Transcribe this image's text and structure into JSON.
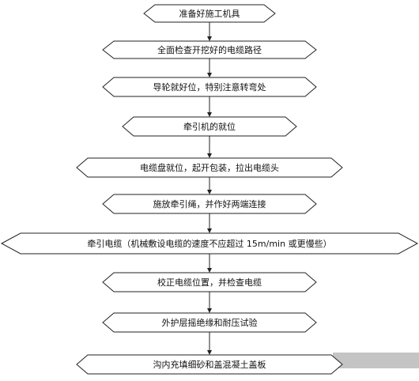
{
  "flowchart": {
    "steps": [
      {
        "id": "step-1",
        "label": "准备好施工机具"
      },
      {
        "id": "step-2",
        "label": "全面检查开挖好的电缆路径"
      },
      {
        "id": "step-3",
        "label": "导轮就好位，特别注意转弯处"
      },
      {
        "id": "step-4",
        "label": "牵引机的就位"
      },
      {
        "id": "step-5",
        "label": "电缆盘就位，起开包装，拉出电缆头"
      },
      {
        "id": "step-6",
        "label": "施放牵引绳，并作好两端连接"
      },
      {
        "id": "step-7",
        "label": "牵引电缆（机械敷设电缆的速度不应超过 15m/min 或更慢些）"
      },
      {
        "id": "step-8",
        "label": "校正电缆位置，并检查电缆"
      },
      {
        "id": "step-9",
        "label": "外护层摇绝缘和耐压试验"
      },
      {
        "id": "step-10",
        "label": "沟内充填细砂和盖混凝土盖板"
      }
    ]
  }
}
